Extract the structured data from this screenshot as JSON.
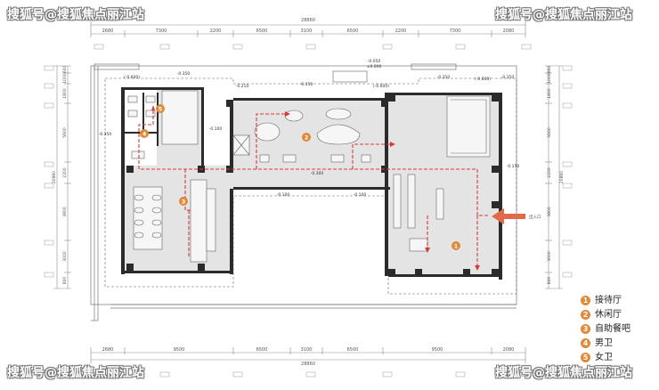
{
  "watermark": "搜狐号@搜狐焦点丽江站",
  "legend": [
    {
      "num": "1",
      "label": "接待厅"
    },
    {
      "num": "2",
      "label": "休闲厅"
    },
    {
      "num": "3",
      "label": "自助餐吧"
    },
    {
      "num": "4",
      "label": "男卫"
    },
    {
      "num": "5",
      "label": "女卫"
    }
  ],
  "dims": {
    "top_total": "28860",
    "top_segments": [
      "2680",
      "7300",
      "2200",
      "6500",
      "3100",
      "6500",
      "2200",
      "7300",
      "2080"
    ],
    "bottom_total": "28860",
    "bottom_segments": [
      "2680",
      "9500",
      "6500",
      "3100",
      "6500",
      "9500",
      "2080"
    ],
    "left_total": "20860",
    "left_segments": [
      "600",
      "1000",
      "1800",
      "5600",
      "2200",
      "3800",
      "3000",
      "800"
    ],
    "right_total": "20860",
    "right_segments": [
      "800",
      "1000",
      "1800",
      "5600",
      "2200",
      "3800",
      "3000",
      "800"
    ]
  },
  "elevations": {
    "top_center": "-0.050",
    "top_center_2": "±0.000",
    "neg_350": "-0.350",
    "neg_600": "(-0.600)",
    "neg_210": "-0.210",
    "neg_100": "-0.100",
    "neg_300": "-0.300",
    "neg_150": "-0.150"
  },
  "markers": {
    "entry_label": "出入口",
    "room_badge_1": "1",
    "room_badge_2": "2",
    "room_badge_3": "3",
    "room_badge_4": "4",
    "room_badge_5": "5"
  },
  "colors": {
    "accent": "#e0893a",
    "arrow": "#e06a4a",
    "path": "#d83a3a",
    "floor": "#e6e6e6",
    "wall": "#2b2b2b",
    "dim": "#7a7a7a"
  }
}
